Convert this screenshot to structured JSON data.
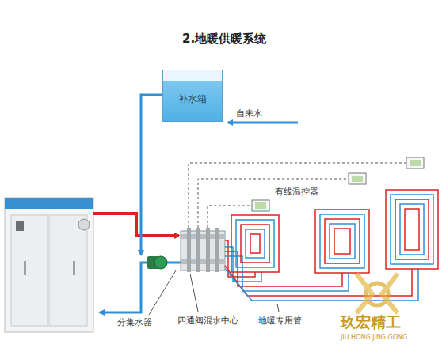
{
  "diagram": {
    "title": "2.地暖供暖系统",
    "nodes": [
      {
        "text": [
          "补水箱"
        ]
      }
    ],
    "labels": [
      "自来水",
      "有线温控器",
      "分集水器",
      "四通阀混水中心",
      "地暖专用管",
      "玖宏精工",
      "JIU HONG JING GONG"
    ]
  }
}
